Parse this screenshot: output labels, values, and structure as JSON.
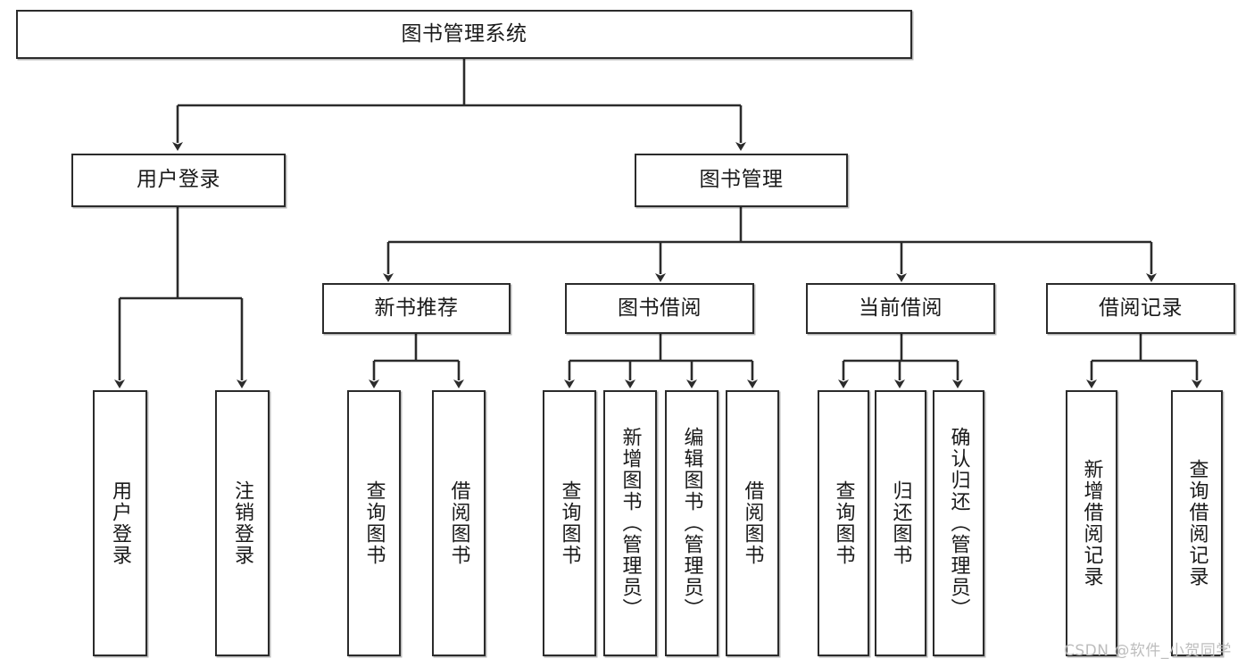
{
  "diagram": {
    "type": "tree-hierarchy",
    "title": "图书管理系统",
    "watermark": "CSDN @软件_小贺同学",
    "colors": {
      "border": "#2b2b2b",
      "background": "#ffffff",
      "text": "#1a1a1a",
      "watermark": "#bdbdbd"
    },
    "nodes": {
      "root": {
        "label": "图书管理系统",
        "level": 0
      },
      "level1": [
        {
          "id": "user-login",
          "label": "用户登录"
        },
        {
          "id": "book-manage",
          "label": "图书管理"
        }
      ],
      "level2": [
        {
          "id": "new-book-recommend",
          "label": "新书推荐",
          "parent": "book-manage"
        },
        {
          "id": "book-borrow",
          "label": "图书借阅",
          "parent": "book-manage"
        },
        {
          "id": "current-borrow",
          "label": "当前借阅",
          "parent": "book-manage"
        },
        {
          "id": "borrow-record",
          "label": "借阅记录",
          "parent": "book-manage"
        }
      ],
      "leaves": {
        "user-login": [
          {
            "id": "leaf-user-login",
            "label": "用户登录"
          },
          {
            "id": "leaf-logout",
            "label": "注销登录"
          }
        ],
        "new-book-recommend": [
          {
            "id": "leaf-query-book-1",
            "label": "查询图书"
          },
          {
            "id": "leaf-borrow-book-1",
            "label": "借阅图书"
          }
        ],
        "book-borrow": [
          {
            "id": "leaf-query-book-2",
            "label": "查询图书"
          },
          {
            "id": "leaf-add-book",
            "label": "新增图书（管理员）"
          },
          {
            "id": "leaf-edit-book",
            "label": "编辑图书（管理员）"
          },
          {
            "id": "leaf-borrow-book-2",
            "label": "借阅图书"
          }
        ],
        "current-borrow": [
          {
            "id": "leaf-query-book-3",
            "label": "查询图书"
          },
          {
            "id": "leaf-return-book",
            "label": "归还图书"
          },
          {
            "id": "leaf-confirm-return",
            "label": "确认归还（管理员）"
          }
        ],
        "borrow-record": [
          {
            "id": "leaf-add-record",
            "label": "新增借阅记录"
          },
          {
            "id": "leaf-query-record",
            "label": "查询借阅记录"
          }
        ]
      }
    }
  }
}
